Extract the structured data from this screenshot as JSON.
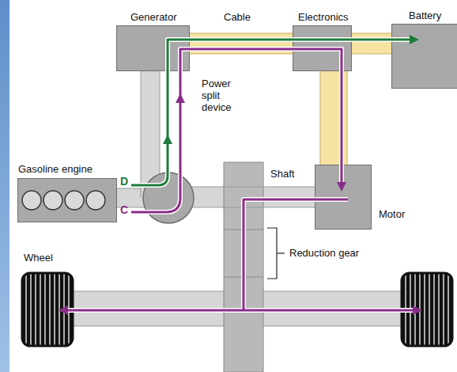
{
  "diagram": {
    "nodes": [
      {
        "text": [
          "Generator"
        ]
      },
      {
        "text": [
          "Electronics"
        ]
      },
      {
        "text": [
          "Battery"
        ]
      },
      {
        "text": [
          "Power split device"
        ]
      },
      {
        "text": [
          "Gasoline engine"
        ]
      },
      {
        "text": [
          "Motor"
        ]
      }
    ],
    "edges": [
      {
        "from": 0,
        "to": 1,
        "label": "Cable",
        "arrow": "none"
      },
      {
        "from": 1,
        "to": 2,
        "arrow": "none"
      },
      {
        "from": 1,
        "to": 5,
        "arrow": "none"
      },
      {
        "from": 4,
        "to": 3,
        "arrow": "none"
      },
      {
        "from": 3,
        "to": 0,
        "arrow": "none"
      },
      {
        "from": 3,
        "to": 5,
        "label": "Shaft",
        "arrow": "none"
      }
    ],
    "labels": [
      "D",
      "C",
      "Wheel",
      "Reduction gear"
    ]
  }
}
